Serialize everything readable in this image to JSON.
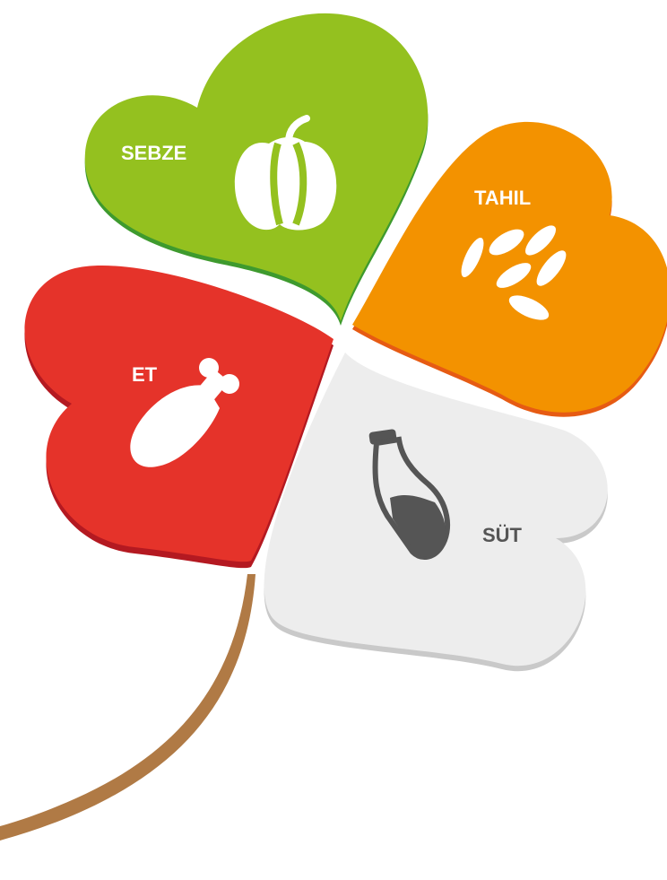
{
  "leaves": {
    "vegetable": {
      "label": "SEBZE",
      "icon": "pumpkin-icon",
      "color": "#94C11F",
      "shadow": "#3E9A2E",
      "text_color": "#FFFFFF"
    },
    "grain": {
      "label": "TAHIL",
      "icon": "grains-icon",
      "color": "#F39200",
      "shadow": "#E65B13",
      "text_color": "#FFFFFF"
    },
    "meat": {
      "label": "ET",
      "icon": "chicken-leg-icon",
      "color": "#E5332A",
      "shadow": "#B41921",
      "text_color": "#FFFFFF"
    },
    "dairy": {
      "label": "SÜT",
      "icon": "milk-bottle-icon",
      "color": "#EDEDED",
      "shadow": "#C9C9C9",
      "text_color": "#555555"
    }
  },
  "stem": {
    "color": "#B07A45"
  }
}
